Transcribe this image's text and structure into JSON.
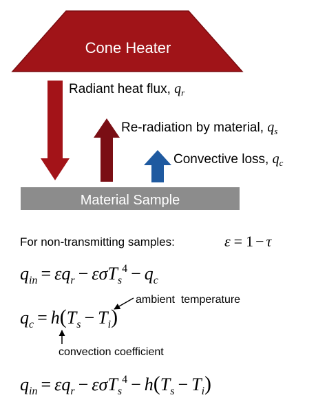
{
  "colors": {
    "heater": "#a01418",
    "heater_stroke": "#7a0c10",
    "radiant_arrow": "#a31318",
    "reradiation_arrow": "#7a0e14",
    "convective_arrow": "#1f5aa0",
    "sample_bar": "#8c8c8c",
    "text": "#000000",
    "white": "#ffffff"
  },
  "diagram": {
    "heater_label": "Cone Heater",
    "sample_label": "Material Sample",
    "radiant": {
      "text": "Radiant heat flux, ",
      "sym": "q",
      "sub": "r"
    },
    "reradiation": {
      "text": "Re-radiation by material, ",
      "sym": "q",
      "sub": "s"
    },
    "convective": {
      "text": "Convective loss, ",
      "sym": "q",
      "sub": "c"
    }
  },
  "equations": {
    "condition_text": "For non-transmitting samples:",
    "eps": "ε",
    "tau": "τ",
    "eq_sign": "=",
    "one": "1",
    "minus": "−",
    "q": "q",
    "in": "in",
    "r": "r",
    "c": "c",
    "s": "s",
    "i": "i",
    "sigma": "σ",
    "T": "T",
    "four": "4",
    "h": "h",
    "lparen": "(",
    "rparen": ")",
    "ambient_label": "ambient  temperature",
    "convection_label": "convection coefficient"
  }
}
